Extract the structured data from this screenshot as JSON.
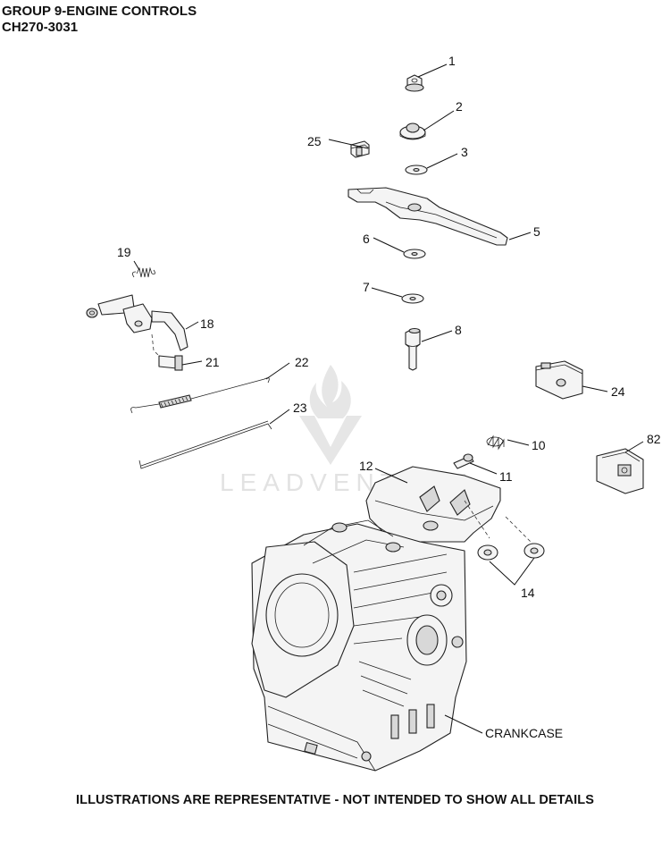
{
  "header": {
    "title": "GROUP 9-ENGINE CONTROLS",
    "model": "CH270-3031"
  },
  "watermark": {
    "text": "LEADVENTURE"
  },
  "callouts": [
    {
      "id": "c1",
      "label": "1"
    },
    {
      "id": "c2",
      "label": "2"
    },
    {
      "id": "c3",
      "label": "3"
    },
    {
      "id": "c5",
      "label": "5"
    },
    {
      "id": "c6",
      "label": "6"
    },
    {
      "id": "c7",
      "label": "7"
    },
    {
      "id": "c8",
      "label": "8"
    },
    {
      "id": "c10",
      "label": "10"
    },
    {
      "id": "c11",
      "label": "11"
    },
    {
      "id": "c12",
      "label": "12"
    },
    {
      "id": "c14",
      "label": "14"
    },
    {
      "id": "c18",
      "label": "18"
    },
    {
      "id": "c19",
      "label": "19"
    },
    {
      "id": "c21",
      "label": "21"
    },
    {
      "id": "c22",
      "label": "22"
    },
    {
      "id": "c23",
      "label": "23"
    },
    {
      "id": "c24",
      "label": "24"
    },
    {
      "id": "c25",
      "label": "25"
    },
    {
      "id": "c82",
      "label": "82"
    },
    {
      "id": "crankcase",
      "label": "CRANKCASE"
    }
  ],
  "footer": {
    "disclaimer": "ILLUSTRATIONS ARE REPRESENTATIVE - NOT INTENDED TO SHOW ALL DETAILS"
  }
}
